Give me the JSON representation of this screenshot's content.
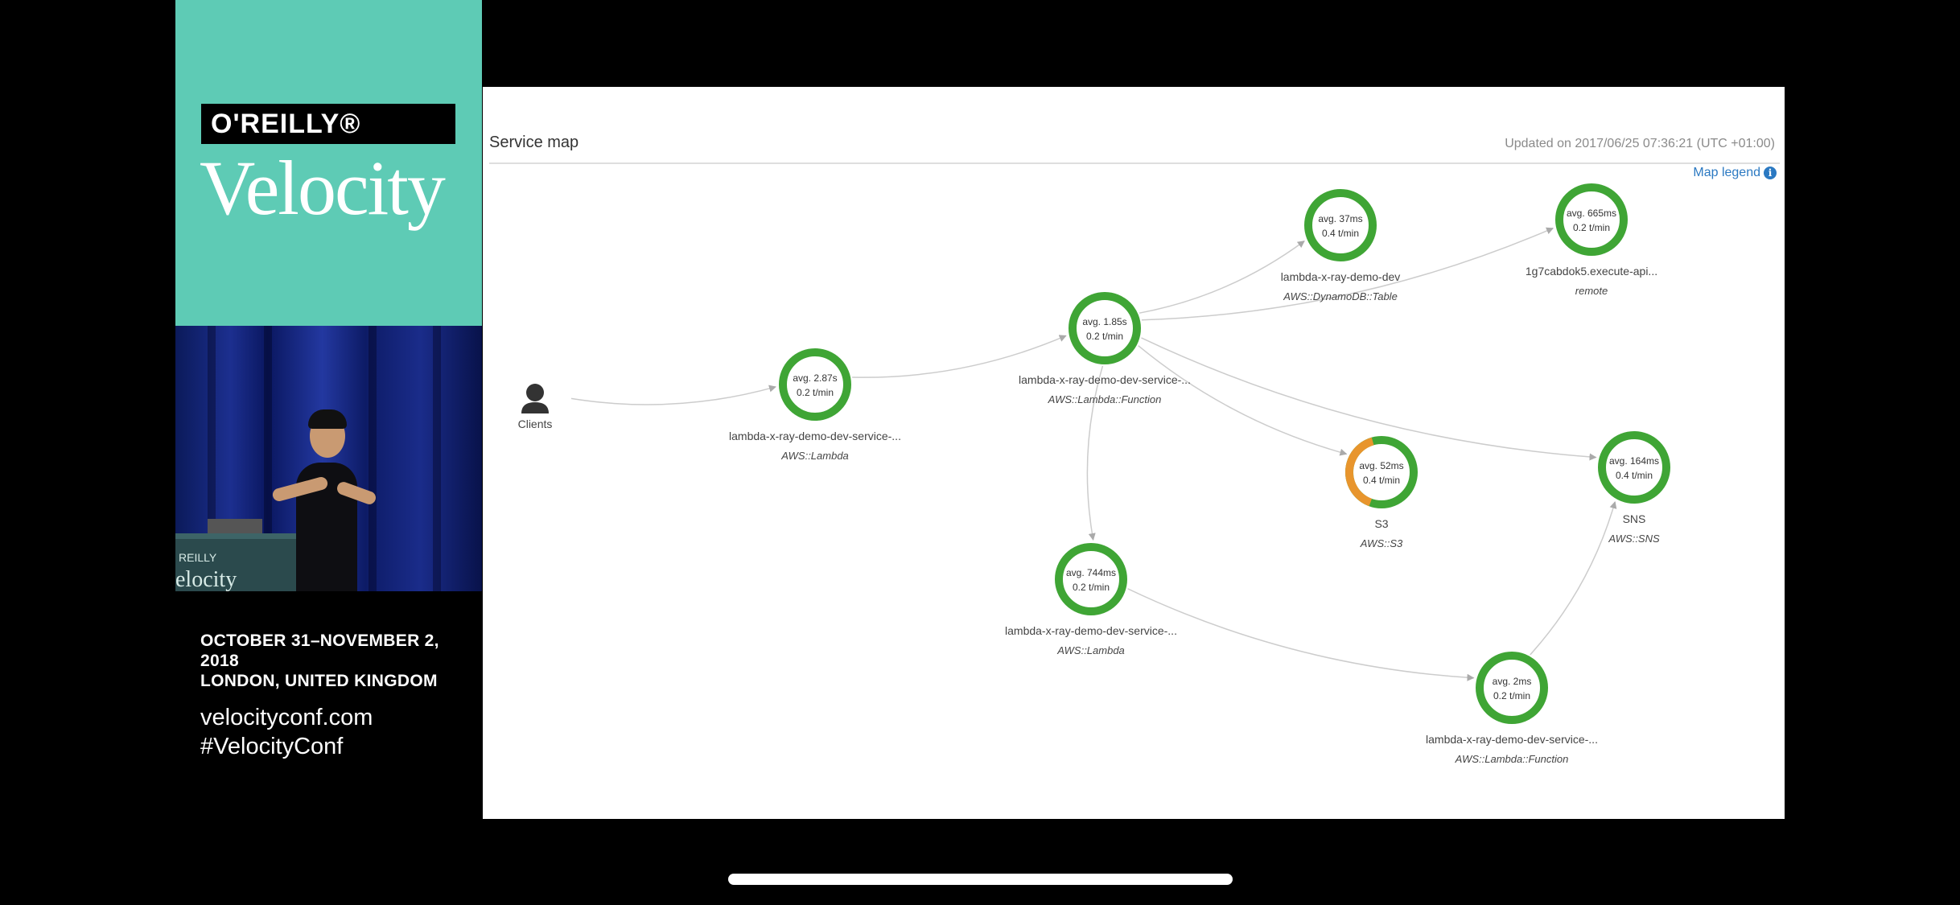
{
  "sidebar": {
    "publisher": "O'REILLY®",
    "conference": "Velocity",
    "podium_brand": "REILLY",
    "podium_brand2": "elocity",
    "dates": "OCTOBER 31–NOVEMBER 2, 2018",
    "location": "LONDON, UNITED KINGDOM",
    "website": "velocityconf.com",
    "hashtag": "#VelocityConf"
  },
  "console": {
    "title": "Service map",
    "updated": "Updated on 2017/06/25 07:36:21 (UTC +01:00)",
    "legend_label": "Map legend",
    "legend_icon": "info-icon"
  },
  "colors": {
    "ok": "#3fa535",
    "warn": "#e8952d",
    "link": "#2b79c2",
    "brand": "#5ecbb5"
  },
  "service_map": {
    "client": {
      "label": "Clients",
      "icon": "user-icon"
    },
    "nodes": [
      {
        "id": "lambda1",
        "avg": "avg. 2.87s",
        "rate": "0.2 t/min",
        "name": "lambda-x-ray-demo-dev-service-...",
        "type": "AWS::Lambda",
        "status": "ok"
      },
      {
        "id": "function1",
        "avg": "avg. 1.85s",
        "rate": "0.2 t/min",
        "name": "lambda-x-ray-demo-dev-service-...",
        "type": "AWS::Lambda::Function",
        "status": "ok"
      },
      {
        "id": "dynamo",
        "avg": "avg. 37ms",
        "rate": "0.4 t/min",
        "name": "lambda-x-ray-demo-dev",
        "type": "AWS::DynamoDB::Table",
        "status": "ok"
      },
      {
        "id": "api",
        "avg": "avg. 665ms",
        "rate": "0.2 t/min",
        "name": "1g7cabdok5.execute-api...",
        "type": "remote",
        "status": "ok"
      },
      {
        "id": "s3",
        "avg": "avg. 52ms",
        "rate": "0.4 t/min",
        "name": "S3",
        "type": "AWS::S3",
        "status": "warn",
        "warn_fraction": 0.4
      },
      {
        "id": "sns",
        "avg": "avg. 164ms",
        "rate": "0.4 t/min",
        "name": "SNS",
        "type": "AWS::SNS",
        "status": "ok"
      },
      {
        "id": "lambda2",
        "avg": "avg. 744ms",
        "rate": "0.2 t/min",
        "name": "lambda-x-ray-demo-dev-service-...",
        "type": "AWS::Lambda",
        "status": "ok"
      },
      {
        "id": "function2",
        "avg": "avg. 2ms",
        "rate": "0.2 t/min",
        "name": "lambda-x-ray-demo-dev-service-...",
        "type": "AWS::Lambda::Function",
        "status": "ok"
      }
    ],
    "edges": [
      [
        "client",
        "lambda1"
      ],
      [
        "lambda1",
        "function1"
      ],
      [
        "function1",
        "dynamo"
      ],
      [
        "function1",
        "api"
      ],
      [
        "function1",
        "s3"
      ],
      [
        "function1",
        "sns"
      ],
      [
        "function1",
        "lambda2"
      ],
      [
        "lambda2",
        "function2"
      ],
      [
        "function2",
        "sns"
      ]
    ]
  }
}
